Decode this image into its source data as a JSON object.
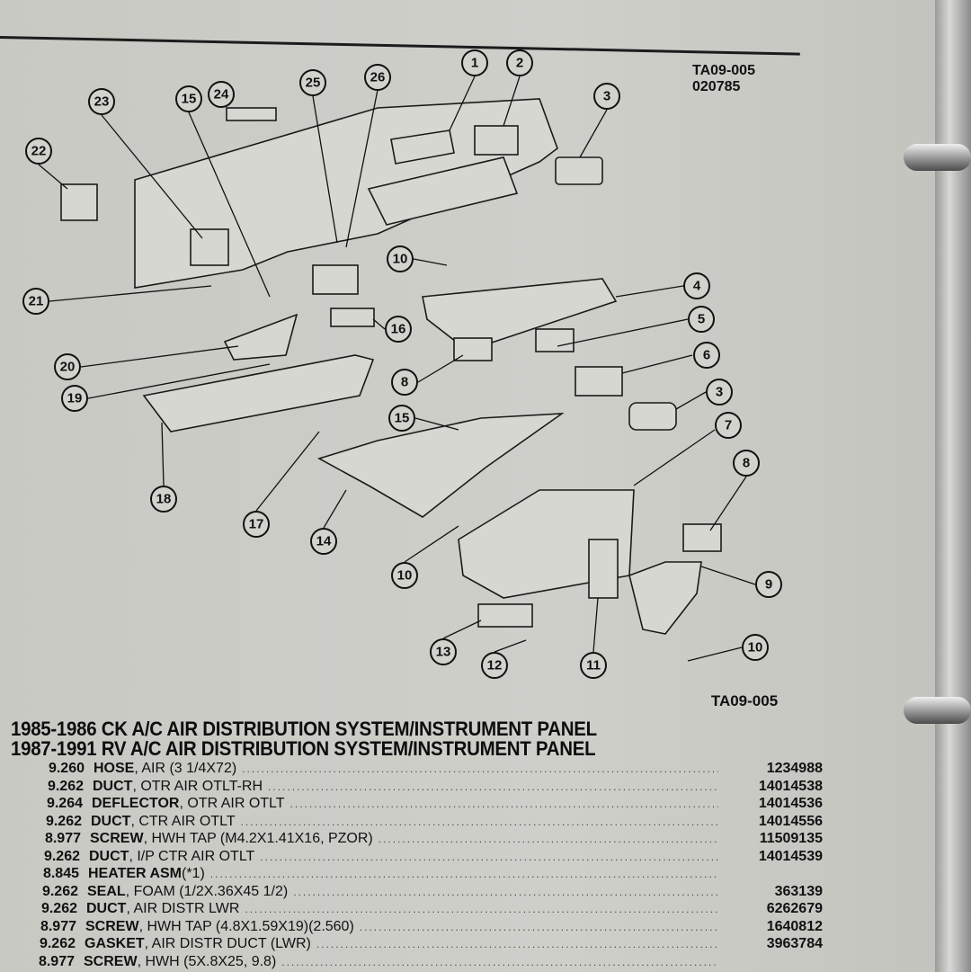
{
  "header": {
    "figure_code": "TA09-005",
    "date_code": "020785"
  },
  "diagram": {
    "caption": "TA09-005",
    "callouts": [
      "1",
      "2",
      "3",
      "26",
      "25",
      "24",
      "15",
      "23",
      "22",
      "10",
      "4",
      "5",
      "6",
      "3",
      "7",
      "8",
      "9",
      "10",
      "11",
      "12",
      "13",
      "10",
      "14",
      "17",
      "18",
      "19",
      "20",
      "21",
      "16",
      "8",
      "15"
    ]
  },
  "titles": [
    "1985-1986 CK A/C AIR DISTRIBUTION SYSTEM/INSTRUMENT PANEL",
    "1987-1991 RV A/C AIR DISTRIBUTION SYSTEM/INSTRUMENT PANEL"
  ],
  "parts": [
    {
      "group": "9.260",
      "name": "HOSE",
      "desc": ", AIR (3 1/4X72)",
      "part_no": "1234988"
    },
    {
      "group": "9.262",
      "name": "DUCT",
      "desc": ", OTR AIR OTLT-RH",
      "part_no": "14014538"
    },
    {
      "group": "9.264",
      "name": "DEFLECTOR",
      "desc": ", OTR AIR OTLT",
      "part_no": "14014536"
    },
    {
      "group": "9.262",
      "name": "DUCT",
      "desc": ", CTR AIR OTLT",
      "part_no": "14014556"
    },
    {
      "group": "8.977",
      "name": "SCREW",
      "desc": ", HWH TAP (M4.2X1.41X16, PZOR)",
      "part_no": "11509135"
    },
    {
      "group": "9.262",
      "name": "DUCT",
      "desc": ", I/P CTR AIR OTLT",
      "part_no": "14014539"
    },
    {
      "group": "8.845",
      "name": "HEATER ASM",
      "desc": " (*1)",
      "part_no": ""
    },
    {
      "group": "9.262",
      "name": "SEAL",
      "desc": ", FOAM (1/2X.36X45 1/2)",
      "part_no": "363139"
    },
    {
      "group": "9.262",
      "name": "DUCT",
      "desc": ", AIR DISTR LWR",
      "part_no": "6262679"
    },
    {
      "group": "8.977",
      "name": "SCREW",
      "desc": ", HWH TAP (4.8X1.59X19)(2.560)",
      "part_no": "1640812"
    },
    {
      "group": "9.262",
      "name": "GASKET",
      "desc": ", AIR DISTR DUCT (LWR)",
      "part_no": "3963784"
    },
    {
      "group": "8.977",
      "name": "SCREW",
      "desc": ", HWH (5X.8X25, 9.8)",
      "part_no": ""
    }
  ]
}
